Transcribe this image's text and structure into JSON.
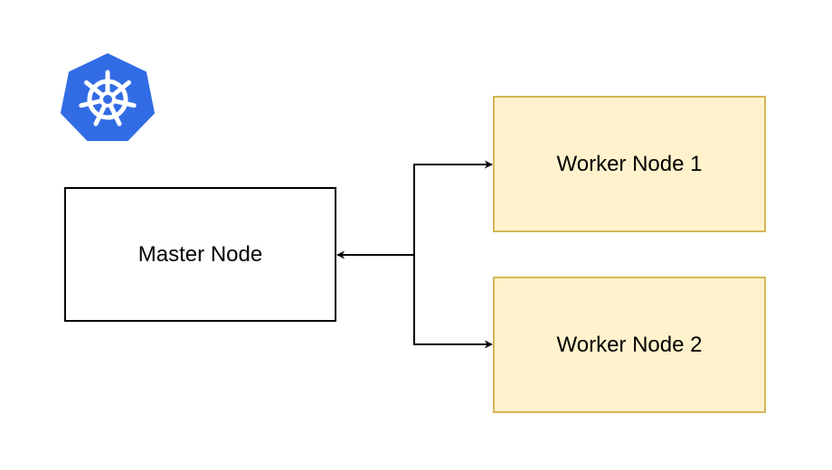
{
  "diagram": {
    "logo": {
      "icon": "kubernetes-helm-wheel-icon",
      "color": "#326ce5"
    },
    "nodes": {
      "master": {
        "label": "Master Node"
      },
      "worker1": {
        "label": "Worker Node 1"
      },
      "worker2": {
        "label": "Worker Node 2"
      }
    },
    "colors": {
      "master_fill": "#ffffff",
      "master_border": "#000000",
      "worker_fill": "#fff2cc",
      "worker_border": "#d6b656",
      "connector": "#000000"
    },
    "edges": [
      {
        "from": "master",
        "to": "worker1",
        "bidirectional": true
      },
      {
        "from": "master",
        "to": "worker2",
        "bidirectional": true
      }
    ]
  }
}
